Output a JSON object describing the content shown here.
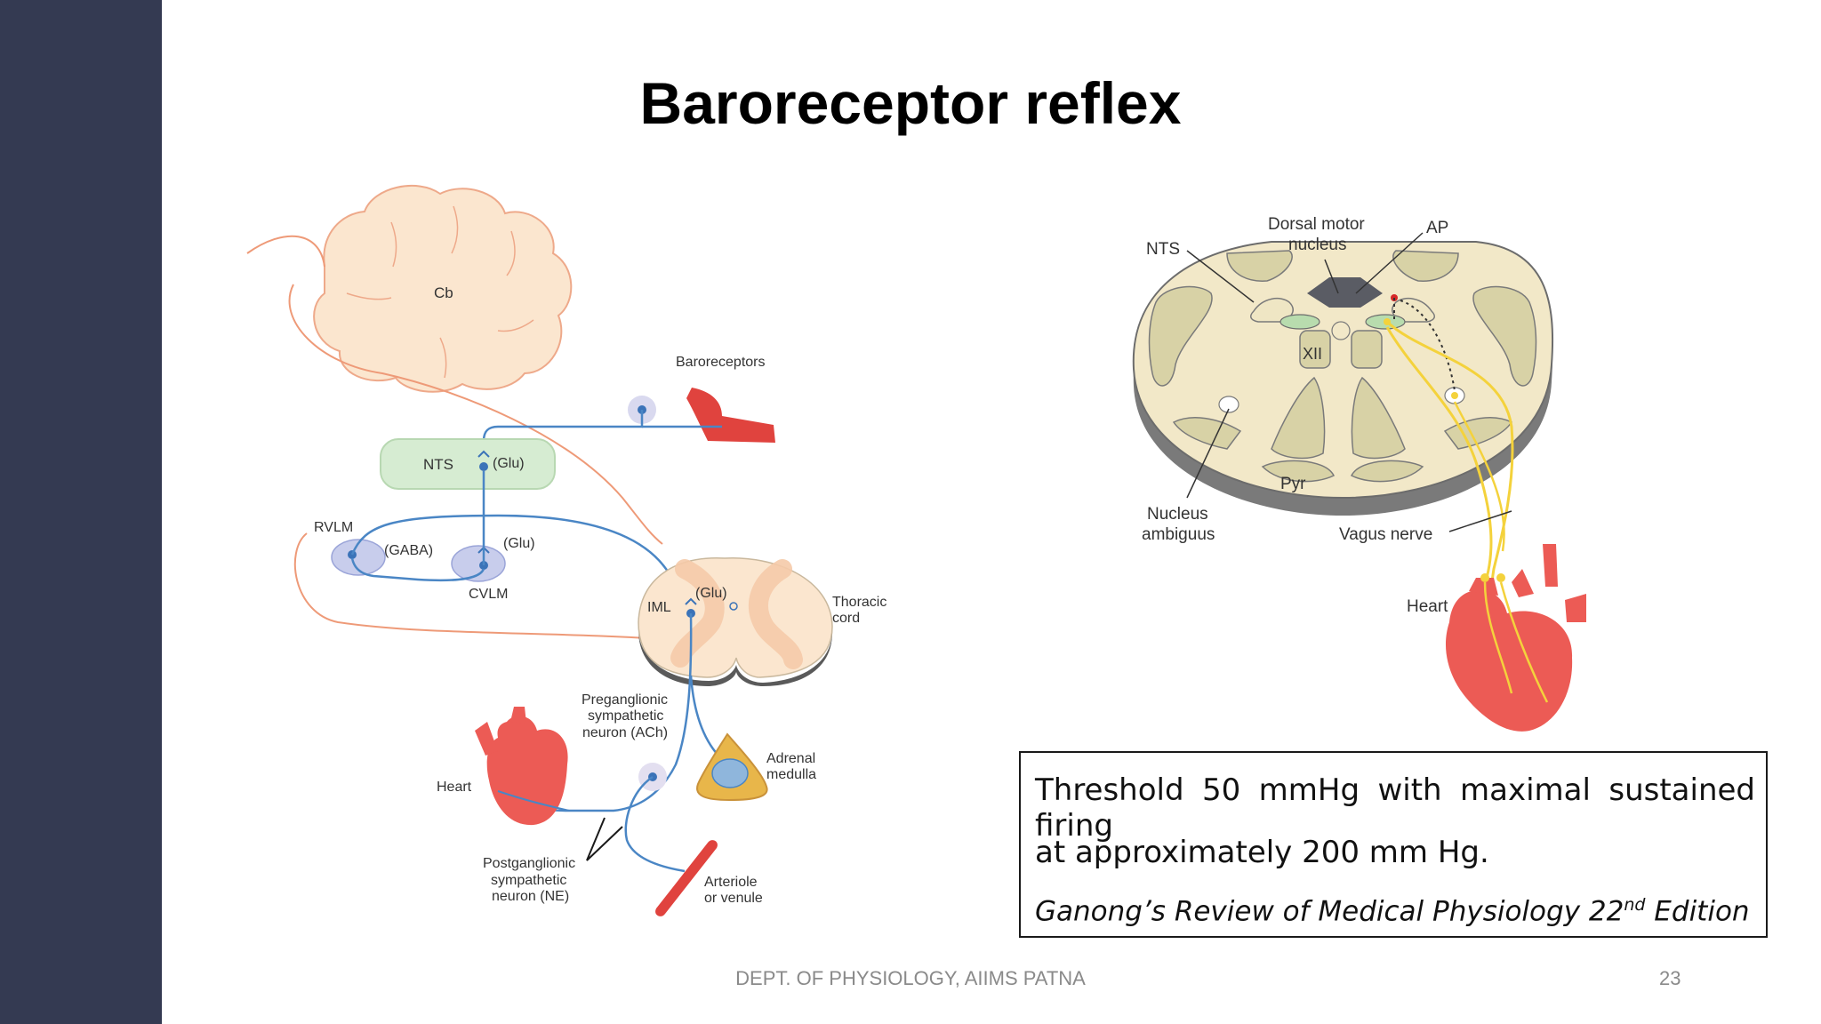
{
  "slide": {
    "title": "Baroreceptor reflex",
    "footer": "DEPT. OF PHYSIOLOGY, AIIMS PATNA",
    "page_number": "23",
    "colors": {
      "sidebar": "#343a52",
      "nerve_blue": "#4a86c5",
      "afferent_orange": "#ee9a78",
      "heart_red": "#ec5b55",
      "nts_green": "#d6ecd2",
      "brainstem_tan": "#f2e8c8",
      "vagus_yellow": "#f4d23c"
    }
  },
  "left_diagram": {
    "labels": {
      "cb": "Cb",
      "baroreceptors": "Baroreceptors",
      "nts": "NTS",
      "glu_nts": "(Glu)",
      "rvlm": "RVLM",
      "gaba": "(GABA)",
      "glu_cvlm": "(Glu)",
      "cvlm": "CVLM",
      "iml": "IML",
      "glu_iml": "(Glu)",
      "thoracic_1": "Thoracic",
      "thoracic_2": "cord",
      "pregang_1": "Preganglionic",
      "pregang_2": "sympathetic",
      "pregang_3": "neuron (ACh)",
      "adrenal_1": "Adrenal",
      "adrenal_2": "medulla",
      "heart": "Heart",
      "postgang_1": "Postganglionic",
      "postgang_2": "sympathetic",
      "postgang_3": "neuron (NE)",
      "arteriole_1": "Arteriole",
      "arteriole_2": "or venule"
    }
  },
  "right_diagram": {
    "labels": {
      "dorsal_1": "Dorsal motor",
      "dorsal_2": "nucleus",
      "ap": "AP",
      "nts": "NTS",
      "xii": "XII",
      "pyr": "Pyr",
      "ambiguus_1": "Nucleus",
      "ambiguus_2": "ambiguus",
      "vagus": "Vagus nerve",
      "heart": "Heart"
    }
  },
  "note": {
    "line1": "Threshold 50 mmHg with maximal sustained firing",
    "line2": "at approximately 200 mm Hg.",
    "ref_prefix": "Ganong’s Review of Medical Physiology 22",
    "ref_sup": "nd",
    "ref_suffix": " Edition"
  }
}
